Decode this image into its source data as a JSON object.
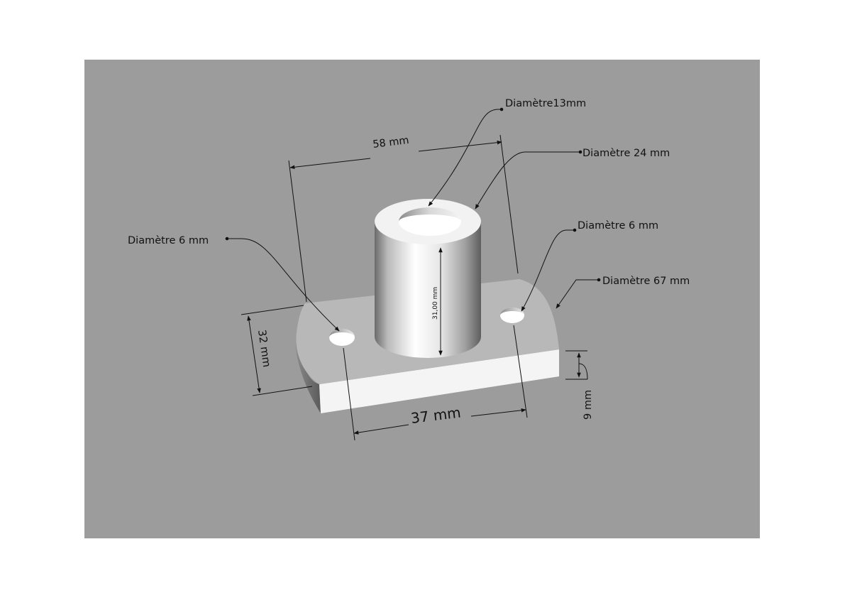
{
  "labels": {
    "bore_diameter": "Diamètre13mm",
    "outer_diameter": "Diamètre 24 mm",
    "hole_right_diameter": "Diamètre 6 mm",
    "hole_left_diameter": "Diamètre 6 mm",
    "base_end_diameter": "Diamètre 67 mm"
  },
  "dimensions": {
    "overall_length": "58 mm",
    "base_width": "32 mm",
    "hole_spacing": "37 mm",
    "base_thickness": "9 mm",
    "cylinder_height": "31,00 mm"
  },
  "colors": {
    "background": "#9c9c9c",
    "page": "#ffffff",
    "line": "#111111"
  }
}
